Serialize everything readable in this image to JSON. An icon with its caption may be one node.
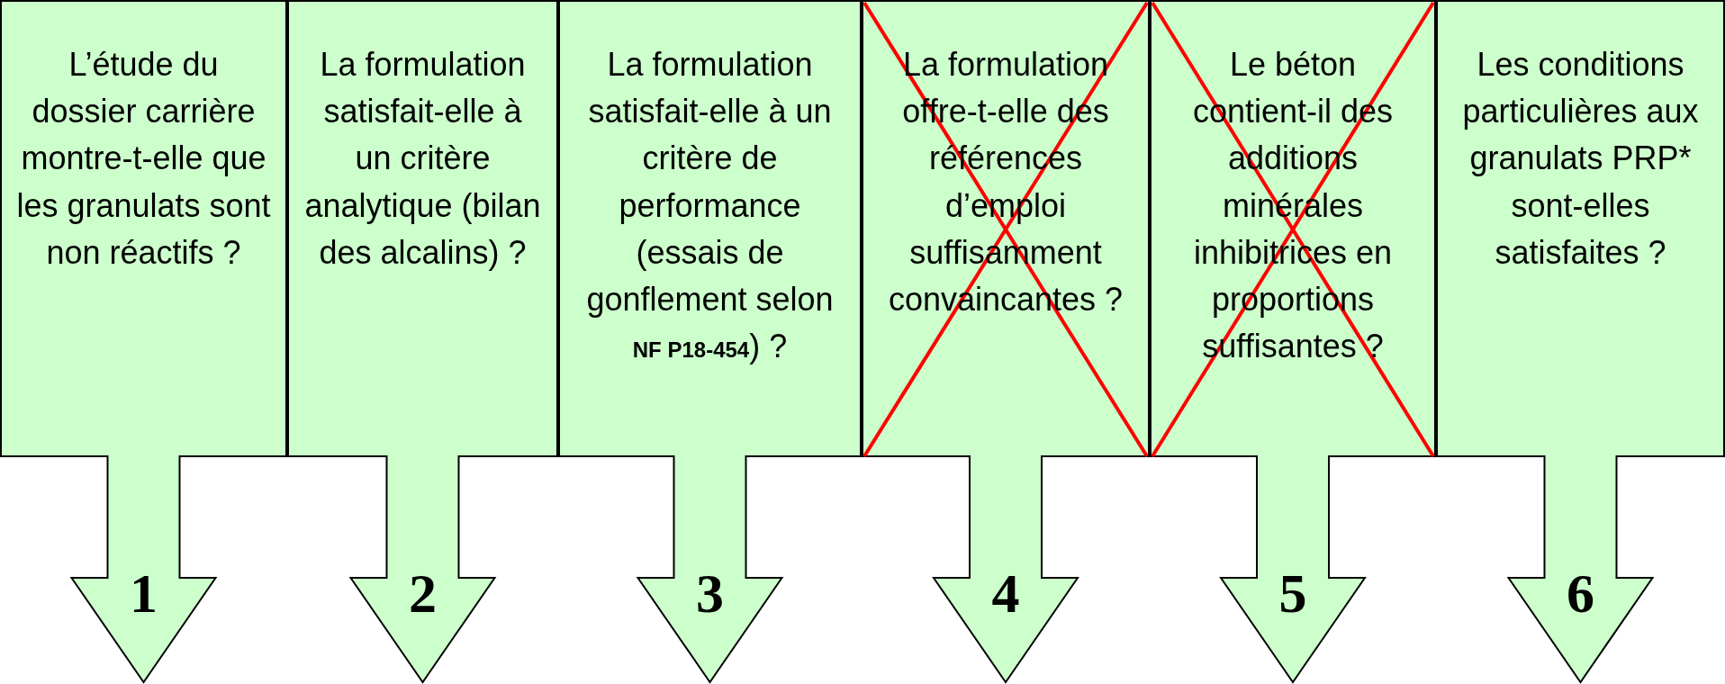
{
  "diagram": {
    "nodes": [
      {
        "text": [
          "L’étude du dossier carrière montre-t-elle que les granulats sont non réactifs ?",
          "1"
        ]
      },
      {
        "text": [
          "La formulation satisfait-elle à un critère analytique (bilan des alcalins) ?",
          "2"
        ]
      },
      {
        "text": [
          "La formulation satisfait-elle à un critère de performance (essais de gonflement selon **NF P18-454**) ?",
          "3"
        ]
      },
      {
        "text": [
          "La formulation offre-t-elle des références d’emploi suffisamment convaincantes ?",
          "4"
        ]
      },
      {
        "text": [
          "Le béton contient-il des additions minérales inhibitrices en proportions suffisantes ?",
          "5"
        ]
      },
      {
        "text": [
          "Les conditions particulières aux granulats PRP* sont-elles satisfaites ?",
          "6"
        ]
      }
    ]
  }
}
